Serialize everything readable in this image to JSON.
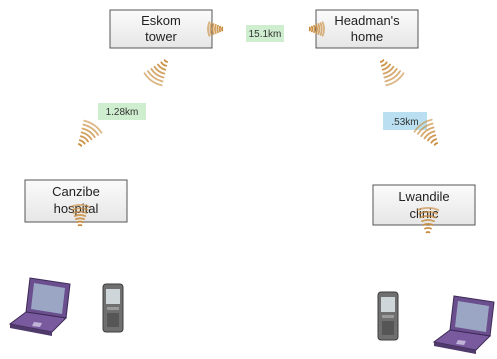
{
  "colors": {
    "box_fill": "#f3f3f3",
    "box_stroke": "#555555",
    "signal": "#c88a3a",
    "distance_green": "#cfeecf",
    "distance_blue": "#b9dff0",
    "laptop_body": "#6a4e8e",
    "laptop_screen": "#9aa6c4",
    "phone_body": "#6f6f6f"
  },
  "nodes": {
    "eskom": {
      "line1": "Eskom",
      "line2": "tower"
    },
    "headman": {
      "line1": "Headman's",
      "line2": "home"
    },
    "canzibe": {
      "line1": "Canzibe",
      "line2": "hospital"
    },
    "lwandile": {
      "line1": "Lwandile",
      "line2": "clinic"
    }
  },
  "links": {
    "eskom_headman": "15.1km",
    "eskom_canzibe": "1.28km",
    "headman_lwandile": ".53km"
  },
  "icons": {
    "signal": "wireless-signal-icon",
    "laptop": "laptop-icon",
    "phone": "mobile-phone-icon"
  }
}
